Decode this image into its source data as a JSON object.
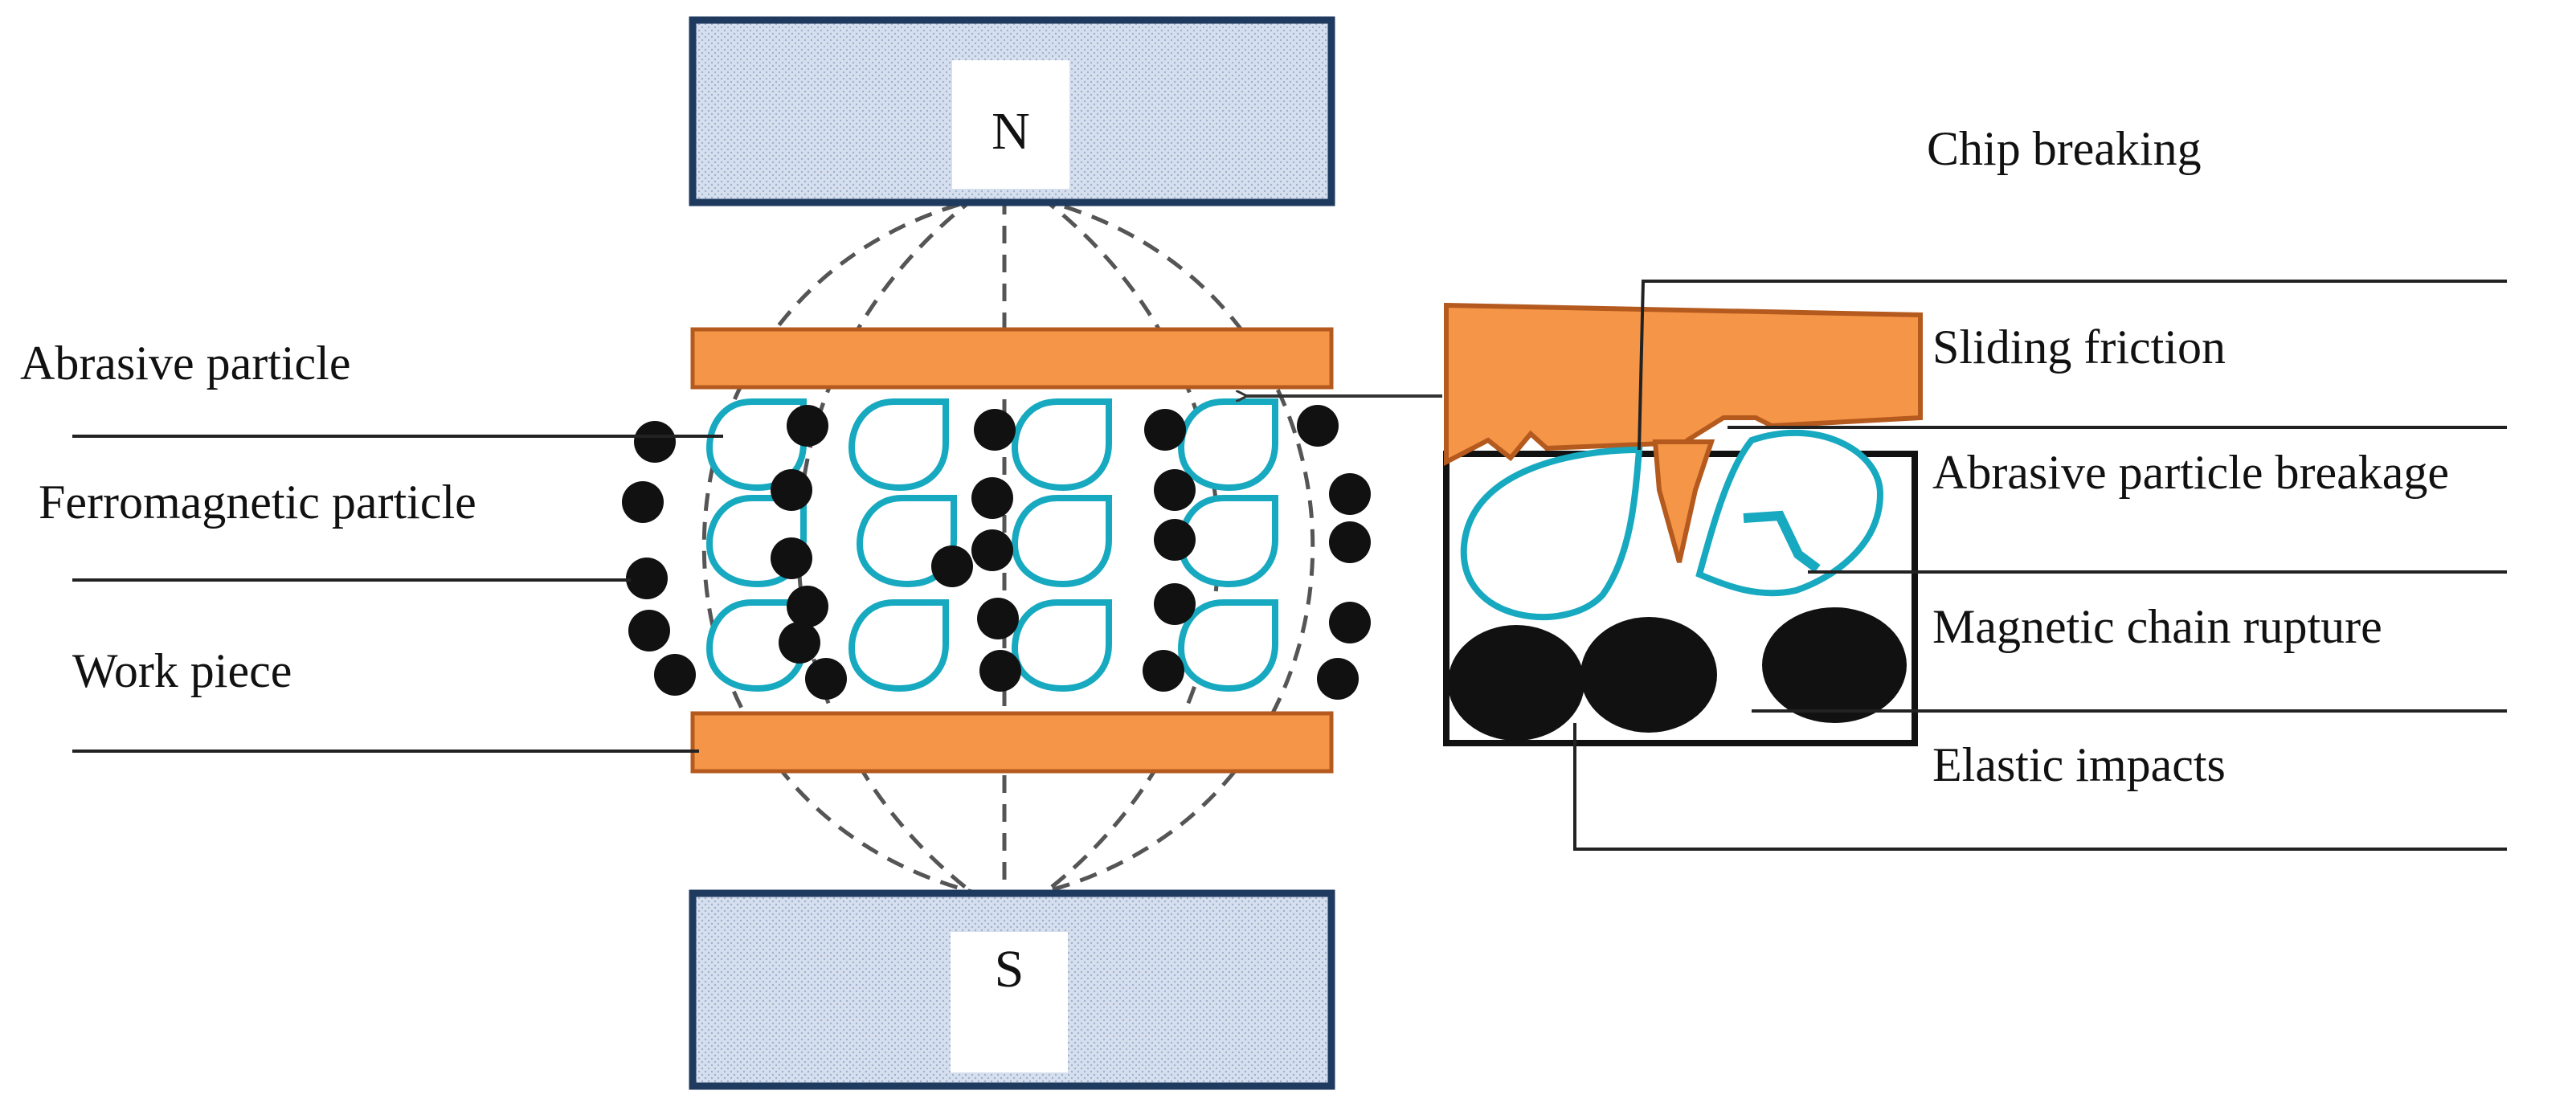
{
  "poles": {
    "north": "N",
    "south": "S"
  },
  "labels": {
    "abrasive_particle": "Abrasive particle",
    "ferromagnetic_particle": "Ferromagnetic particle",
    "work_piece": "Work piece",
    "chip_breaking": "Chip breaking",
    "sliding_friction": "Sliding friction",
    "abrasive_particle_breakage": "Abrasive particle breakage",
    "magnetic_chain_rupture": "Magnetic chain rupture",
    "elastic_impacts": "Elastic impacts"
  },
  "colors": {
    "magnet_fill": "#d5dfee",
    "magnet_border": "#1f3a5f",
    "plate": "#f59547",
    "plate_border": "#b55a1e",
    "abrasive": "#17a9c0",
    "ferro": "#111111",
    "field_line": "#555555"
  }
}
